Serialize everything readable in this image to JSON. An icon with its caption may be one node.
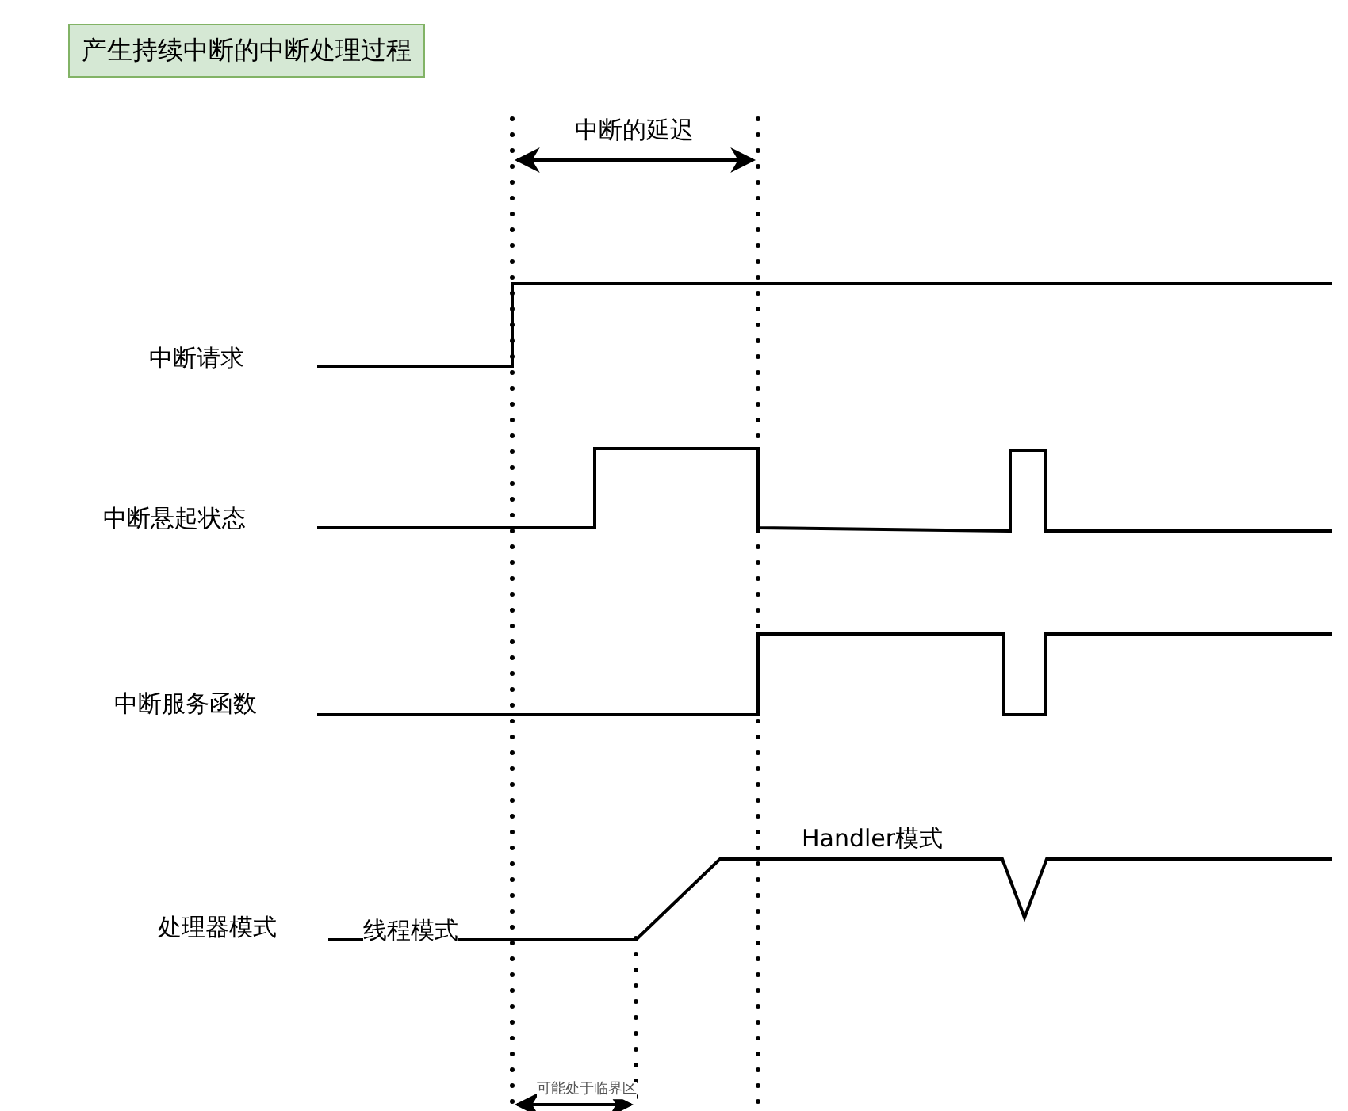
{
  "diagram": {
    "nodes": [
      {
        "text": [
          "产生持续中断的中断处理过程"
        ]
      }
    ],
    "labels": [
      "中断的延迟",
      "中断请求",
      "中断悬起状态",
      "中断服务函数",
      "Handler模式",
      "处理器模式",
      "线程模式",
      "可能处于临界区"
    ]
  }
}
